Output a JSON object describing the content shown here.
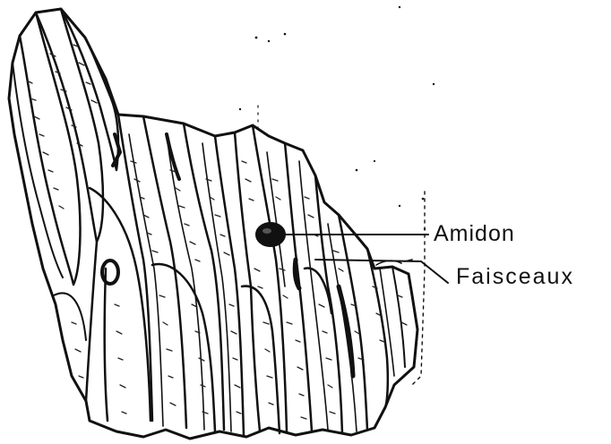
{
  "figure": {
    "subject": "fibrous-tissue-section",
    "ink_color": "#111111",
    "paper_color": "#ffffff"
  },
  "labels": {
    "amidon": "Amidon",
    "faisceaux": "Faisceaux"
  }
}
